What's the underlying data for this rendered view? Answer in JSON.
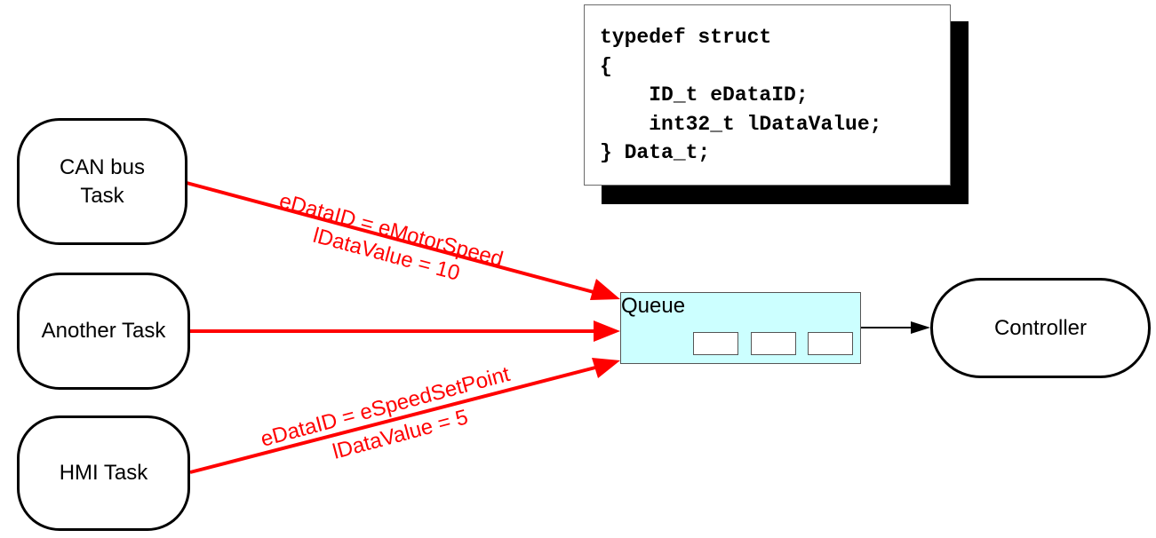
{
  "code": {
    "lines": [
      "typedef struct",
      "{",
      "    ID_t eDataID;",
      "    int32_t lDataValue;",
      "} Data_t;"
    ]
  },
  "nodes": {
    "can_bus": "CAN bus Task",
    "another": "Another Task",
    "hmi": "HMI Task",
    "controller": "Controller",
    "queue": "Queue"
  },
  "edges": {
    "can": {
      "line1": "eDataID = eMotorSpeed",
      "line2": "lDataValue = 10"
    },
    "hmi": {
      "line1": "eDataID = eSpeedSetPoint",
      "line2": "lDataValue = 5"
    }
  },
  "colors": {
    "arrow": "#ff0000",
    "queue_fill": "#ccffff"
  }
}
